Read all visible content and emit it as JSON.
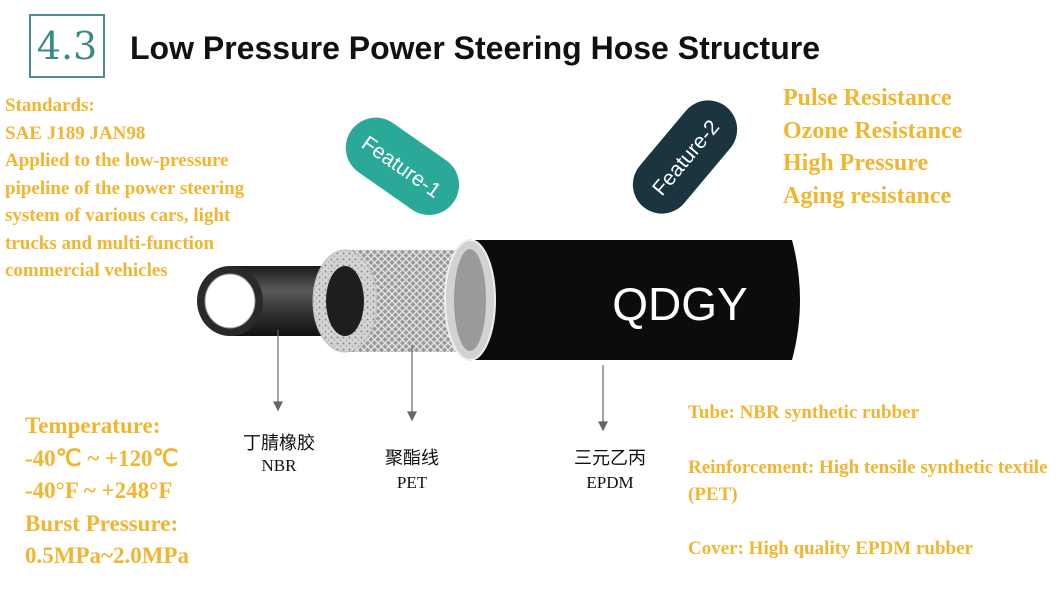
{
  "header": {
    "section_number": "4.3",
    "title": "Low Pressure Power Steering Hose Structure"
  },
  "standards": [
    "Standards:",
    "SAE J189  JAN98",
    "Applied to the low-pressure",
    "pipeline of the power steering",
    "system of various cars, light",
    "trucks and multi-function",
    "commercial vehicles"
  ],
  "features": {
    "badge_1": "Feature-1",
    "badge_2": "Feature-2",
    "list": [
      "Pulse Resistance",
      "Ozone Resistance",
      "High Pressure",
      "Aging resistance"
    ]
  },
  "hose": {
    "brand": "QDGY"
  },
  "layers": [
    {
      "cn": "丁腈橡胶",
      "en": "NBR"
    },
    {
      "cn": "聚酯线",
      "en": "PET"
    },
    {
      "cn": "三元乙丙",
      "en": "EPDM"
    }
  ],
  "specs": [
    "Temperature:",
    "-40℃ ~ +120℃",
    "-40°F ~ +248°F",
    "Burst Pressure:",
    "0.5MPa~2.0MPa"
  ],
  "components": {
    "tube": "Tube: NBR synthetic rubber",
    "reinforcement": "Reinforcement: High tensile synthetic textile (PET)",
    "cover": "Cover: High quality EPDM rubber"
  },
  "colors": {
    "accent_gold": "#f1b52f",
    "feature_1": "#2aa898",
    "feature_2": "#1a3440",
    "hose_cover": "#0c0c0c"
  }
}
